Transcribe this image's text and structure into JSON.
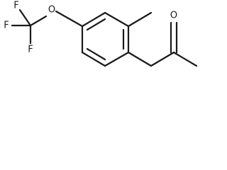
{
  "molecule": {
    "atoms": {
      "f_top": "F",
      "f_left": "F",
      "f_bottom": "F",
      "o_ether": "O",
      "o_ketone": "O"
    }
  }
}
